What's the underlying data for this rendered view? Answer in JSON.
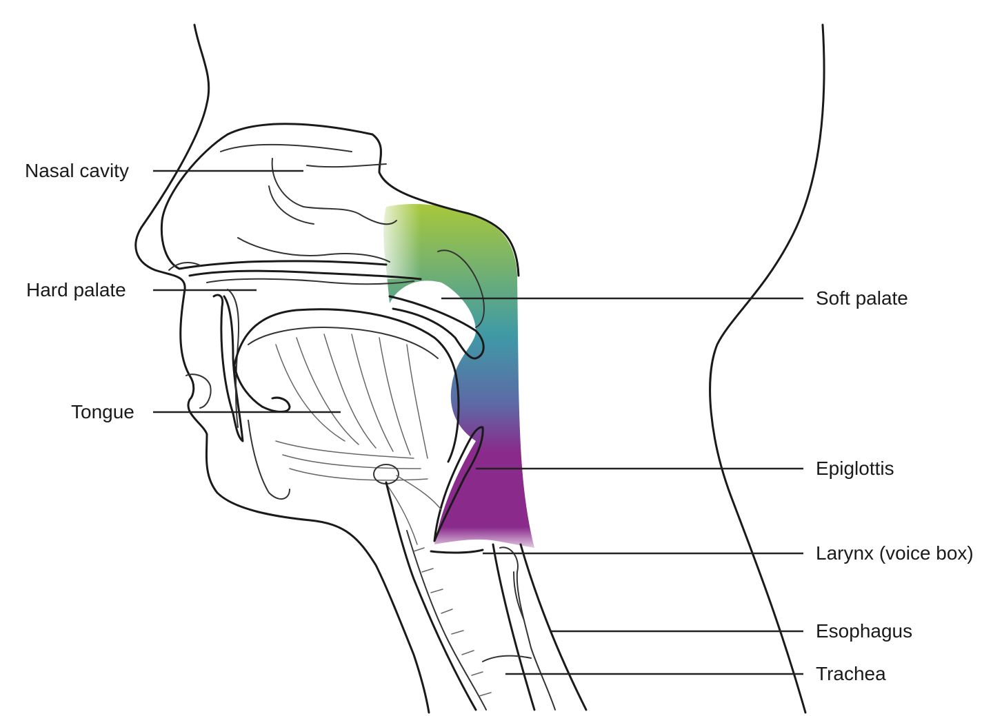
{
  "colors": {
    "nasopharynx": "#a8c83a",
    "oropharynx": "#3f9aa6",
    "laryngopharynx": "#8a2b8c",
    "line": "#1a1a1a"
  },
  "labels": {
    "nasal_cavity": "Nasal cavity",
    "hard_palate": "Hard palate",
    "tongue": "Tongue",
    "soft_palate": "Soft palate",
    "epiglottis": "Epiglottis",
    "larynx": "Larynx (voice box)",
    "esophagus": "Esophagus",
    "trachea": "Trachea"
  }
}
